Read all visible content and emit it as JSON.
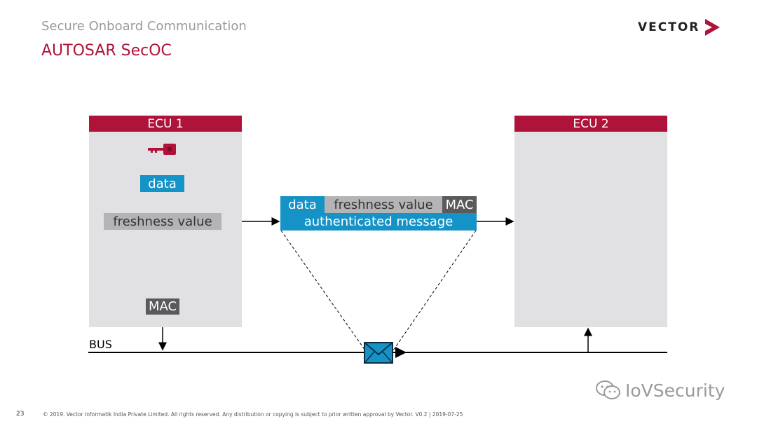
{
  "header": {
    "supertitle": "Secure Onboard Communication",
    "title": "AUTOSAR SecOC",
    "logo_text": "VECTOR"
  },
  "ecu1": {
    "label": "ECU 1",
    "data_chip": "data",
    "freshness_chip": "freshness value",
    "mac_chip": "MAC"
  },
  "ecu2": {
    "label": "ECU 2"
  },
  "message": {
    "data": "data",
    "freshness": "freshness value",
    "mac": "MAC",
    "caption": "authenticated message"
  },
  "bus": {
    "label": "BUS"
  },
  "footer": {
    "page_number": "23",
    "copyright": "© 2019. Vector Informatik India Private Limited. All rights reserved. Any distribution or copying is subject to prior written approval by Vector. V0.2 | 2019-07-25"
  },
  "watermark": {
    "text": "IoVSecurity"
  },
  "colors": {
    "accent_red": "#b0133a",
    "blue": "#1593c6",
    "gray": "#b4b4b6",
    "dark_gray": "#5a5a5c",
    "panel": "#e1e1e3"
  }
}
